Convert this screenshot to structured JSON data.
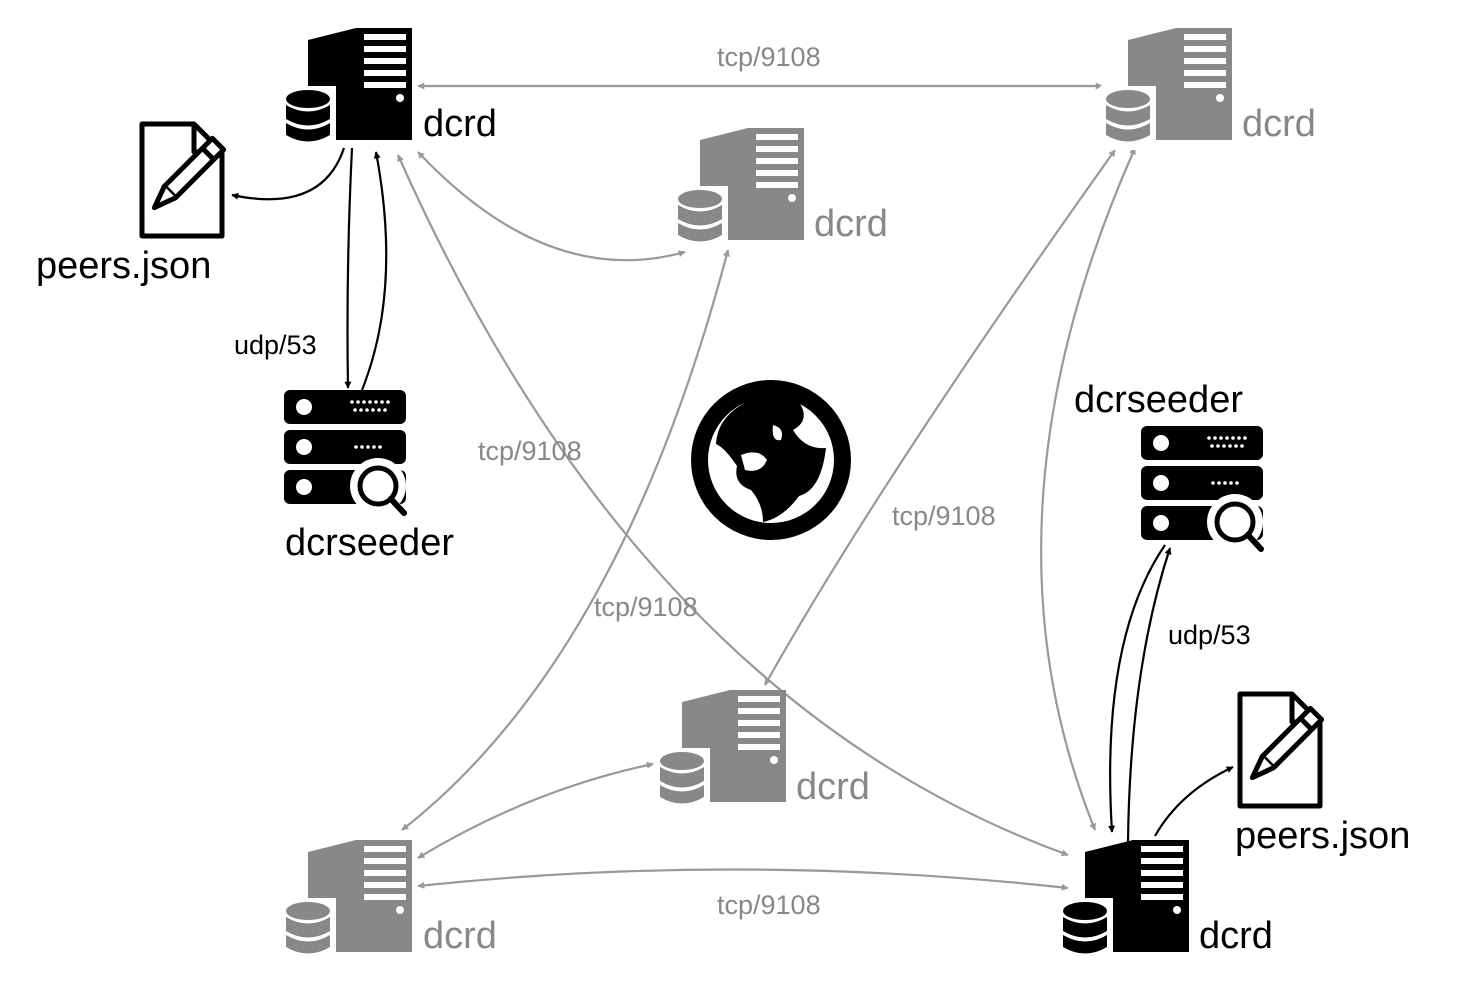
{
  "nodes": [
    {
      "id": "dcrd-top-left",
      "label": "dcrd",
      "active": true
    },
    {
      "id": "dcrd-top-right",
      "label": "dcrd",
      "active": false
    },
    {
      "id": "dcrd-center",
      "label": "dcrd",
      "active": false
    },
    {
      "id": "dcrd-bottom-center",
      "label": "dcrd",
      "active": false
    },
    {
      "id": "dcrd-bottom-left",
      "label": "dcrd",
      "active": false
    },
    {
      "id": "dcrd-bottom-right",
      "label": "dcrd",
      "active": true
    },
    {
      "id": "seeder-left",
      "label": "dcrseeder"
    },
    {
      "id": "seeder-right",
      "label": "dcrseeder"
    },
    {
      "id": "peers-left",
      "label": "peers.json"
    },
    {
      "id": "peers-right",
      "label": "peers.json"
    }
  ],
  "connections": [
    {
      "id": "top",
      "label": "tcp/9108"
    },
    {
      "id": "bottom",
      "label": "tcp/9108"
    },
    {
      "id": "diag-left",
      "label": "tcp/9108"
    },
    {
      "id": "diag-center",
      "label": "tcp/9108"
    },
    {
      "id": "diag-right",
      "label": "tcp/9108"
    },
    {
      "id": "dns-left",
      "label": "udp/53"
    },
    {
      "id": "dns-right",
      "label": "udp/53"
    }
  ],
  "icons": {
    "globe": "globe-icon",
    "server": "server-icon",
    "database": "database-icon",
    "seeder": "seeder-server-icon",
    "file": "file-edit-icon"
  },
  "colors": {
    "active": "#000000",
    "inactive": "#888888",
    "line_inactive": "#999999"
  }
}
